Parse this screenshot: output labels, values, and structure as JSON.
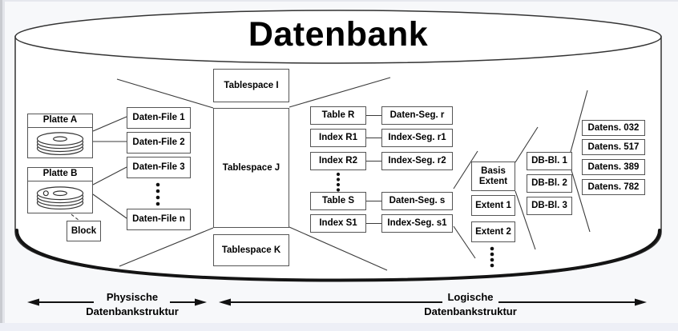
{
  "diagram": {
    "title": "Datenbank",
    "physical": {
      "disk_a_label": "Platte A",
      "disk_b_label": "Platte B",
      "block_label": "Block",
      "data_files": [
        "Daten-File 1",
        "Daten-File 2",
        "Daten-File 3",
        "Daten-File n"
      ]
    },
    "tablespaces": [
      "Tablespace I",
      "Tablespace J",
      "Tablespace K"
    ],
    "segment_rows": [
      {
        "object": "Table R",
        "segment": "Daten-Seg. r"
      },
      {
        "object": "Index R1",
        "segment": "Index-Seg. r1"
      },
      {
        "object": "Index R2",
        "segment": "Index-Seg. r2"
      },
      {
        "object": "Table S",
        "segment": "Daten-Seg. s"
      },
      {
        "object": "Index S1",
        "segment": "Index-Seg. s1"
      }
    ],
    "extents": [
      "Basis Extent",
      "Extent 1",
      "Extent 2"
    ],
    "db_blocks": [
      "DB-Bl. 1",
      "DB-Bl. 2",
      "DB-Bl. 3"
    ],
    "records": [
      "Datens. 032",
      "Datens. 517",
      "Datens. 389",
      "Datens. 782"
    ],
    "legend": {
      "physical_line1": "Physische",
      "physical_line2": "Datenbankstruktur",
      "logical_line1": "Logische",
      "logical_line2": "Datenbankstruktur"
    },
    "colors": {
      "background": "#f7f8fa",
      "box_fill": "#ffffff",
      "box_border": "#555555",
      "line": "#3a3a3a",
      "text": "#000000"
    }
  }
}
